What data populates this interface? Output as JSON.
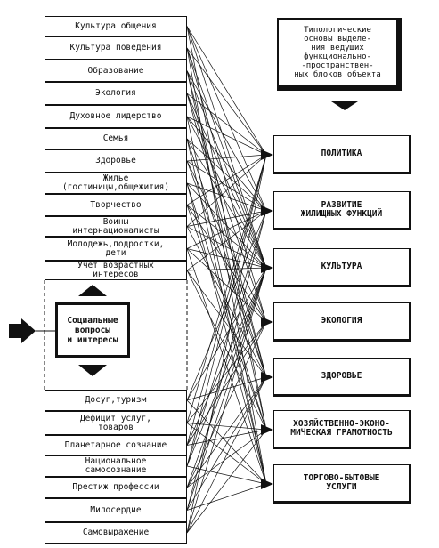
{
  "diagram": {
    "left_items": [
      "Культура общения",
      "Культура поведения",
      "Образование",
      "Экология",
      "Духовное лидерство",
      "Семья",
      "Здоровье",
      "Жилье\n(гостиницы,общежития)",
      "Творчество",
      "Воины\nинтернационалисты",
      "Молодежь,подростки,\nдети",
      "Учет возрастных\nинтересов",
      "Досуг,туризм",
      "Дефицит услуг,\nтоваров",
      "Планетарное сознание",
      "Национальное\nсамосознание",
      "Престиж профессии",
      "Милосердие",
      "Самовыражение"
    ],
    "center_label": "Социальные\nвопросы\nи интересы",
    "header_box": "Типологические\nосновы выделе-\nния ведущих\nфункционально-\n-пространствен-\nных блоков объекта",
    "right_categories": [
      "ПОЛИТИКА",
      "РАЗВИТИЕ\nЖИЛИЩНЫХ ФУНКЦИЙ",
      "КУЛЬТУРА",
      "ЭКОЛОГИЯ",
      "ЗДОРОВЬЕ",
      "ХОЗЯЙСТВЕННО-ЭКОНО-\nМИЧЕСКАЯ ГРАМОТНОСТЬ",
      "ТОРГОВО-БЫТОВЫЕ\nУСЛУГИ"
    ]
  }
}
